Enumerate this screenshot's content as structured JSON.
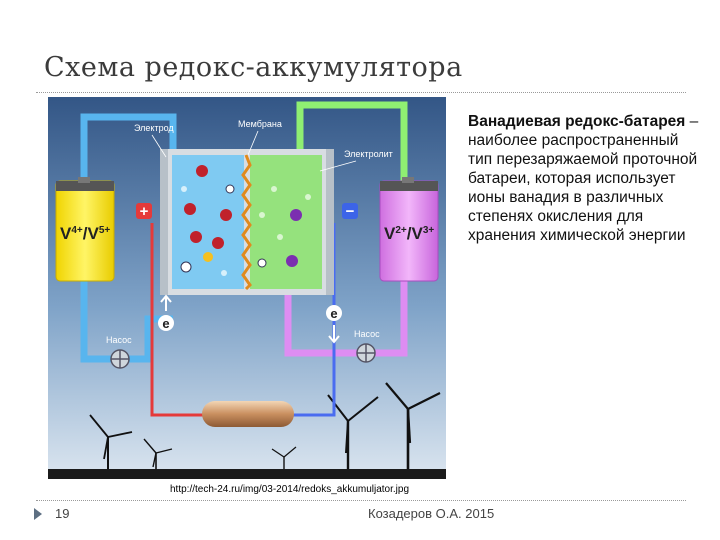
{
  "slide": {
    "title": "Схема редокс-аккумулятора",
    "description_bold": "Ванадиевая редокс-батарея",
    "description_rest": " – наиболее распространенный тип перезаряжаемой проточной батареи, которая использует ионы ванадия в различных степенях окисления для хранения химической энергии",
    "source": "http://tech-24.ru/img/03-2014/redoks_akkumuljator.jpg",
    "page_number": "19",
    "author": "Козадеров О.А. 2015"
  },
  "figure": {
    "label_electrode": "Электрод",
    "label_membrane": "Мембрана",
    "label_electrolyte": "Электролит",
    "label_pump_left": "Насос",
    "label_pump_right": "Насос",
    "tank_left_main": "V",
    "tank_left_sup1": "4+",
    "tank_left_slash": "/V",
    "tank_left_sup2": "5+",
    "tank_right_main": "V",
    "tank_right_sup1": "2+",
    "tank_right_slash": "/V",
    "tank_right_sup2": "3+",
    "plus_sign": "+",
    "minus_sign": "−",
    "electron": "e",
    "colors": {
      "sky_top": "#3b5f90",
      "sky_bottom": "#c9d8ea",
      "yellow": "#ffef33",
      "violet": "#e08cf0",
      "blue_pipe": "#58b5ee",
      "green_pipe": "#8fef72",
      "red_wire": "#e53a3a",
      "cell_blue": "#7fcaf2",
      "cell_green": "#95e27d"
    }
  }
}
